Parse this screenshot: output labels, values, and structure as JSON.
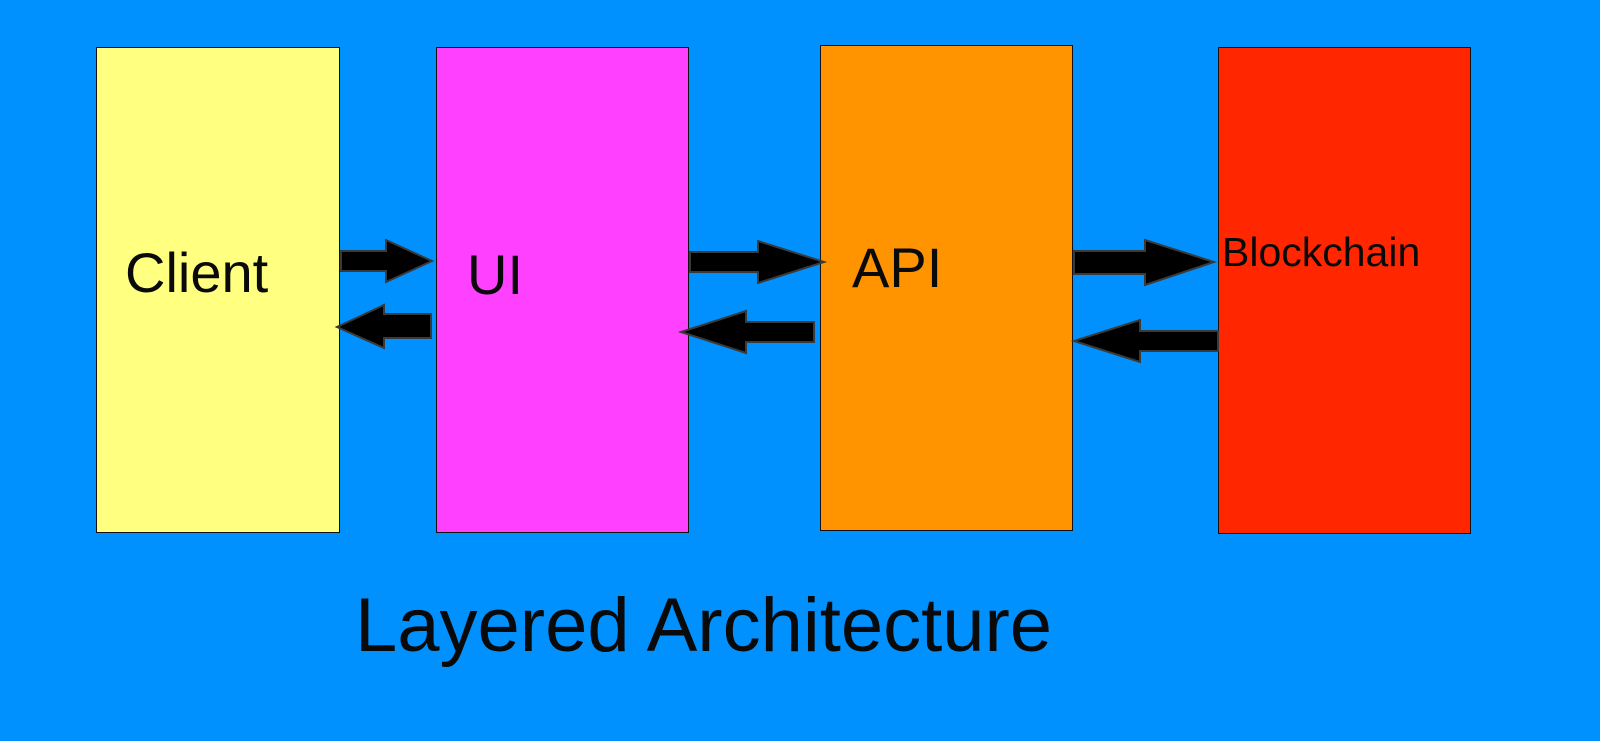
{
  "diagram": {
    "background_color": "#0091FF",
    "layers": [
      {
        "label": "Client",
        "color": "#FFFF80"
      },
      {
        "label": "UI",
        "color": "#FF40FF"
      },
      {
        "label": "API",
        "color": "#FF9300"
      },
      {
        "label": "Blockchain",
        "color": "#FF2600"
      }
    ],
    "title": "Layered Architecture",
    "arrow_color": "#000000",
    "connections": [
      {
        "from": "Client",
        "to": "UI"
      },
      {
        "from": "UI",
        "to": "Client"
      },
      {
        "from": "UI",
        "to": "API"
      },
      {
        "from": "API",
        "to": "UI"
      },
      {
        "from": "API",
        "to": "Blockchain"
      },
      {
        "from": "Blockchain",
        "to": "API"
      }
    ]
  }
}
